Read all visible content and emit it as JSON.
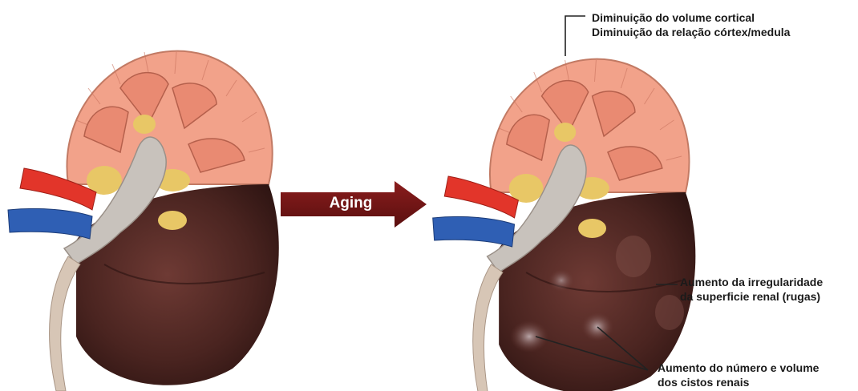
{
  "arrow": {
    "label": "Aging",
    "color": "#6e1414"
  },
  "annotations": {
    "cortical": {
      "line1": "Diminuição do volume cortical",
      "line2": "Diminuição da relação córtex/medula"
    },
    "surface": {
      "line1": "Aumento da irregularidade",
      "line2": "da superficie renal (rugas)"
    },
    "cysts": {
      "line1": "Aumento do número e volume",
      "line2": "dos cistos renais"
    }
  },
  "colors": {
    "cortex": "#f2a28a",
    "medulla_pyramid": "#e98a72",
    "renal_pelvis": "#c8c2bc",
    "fat": "#e8c766",
    "artery": "#e2352a",
    "vein": "#2f5fb4",
    "kidney_surface": "#4a2420",
    "ureter": "#d7c6b6"
  }
}
